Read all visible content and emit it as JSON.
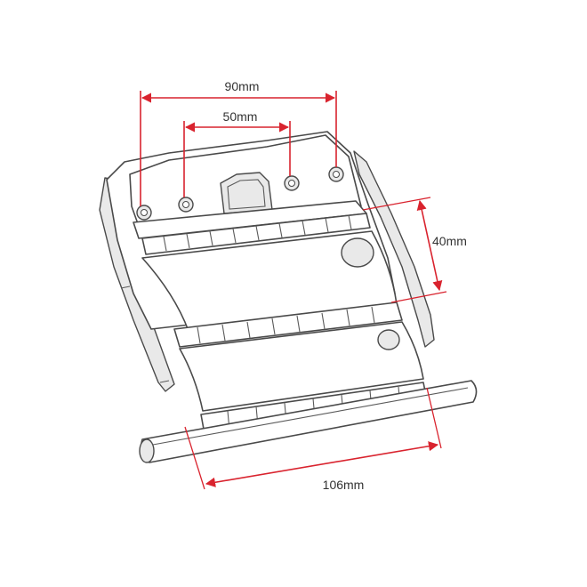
{
  "dimensions": {
    "top_outer": {
      "label": "90mm"
    },
    "top_inner": {
      "label": "50mm"
    },
    "right": {
      "label": "40mm"
    },
    "bottom": {
      "label": "106mm"
    }
  },
  "colors": {
    "dimension": "#d9232e",
    "dimension_text": "#333333",
    "outline": "#4a4a4a",
    "background": "#ffffff"
  }
}
